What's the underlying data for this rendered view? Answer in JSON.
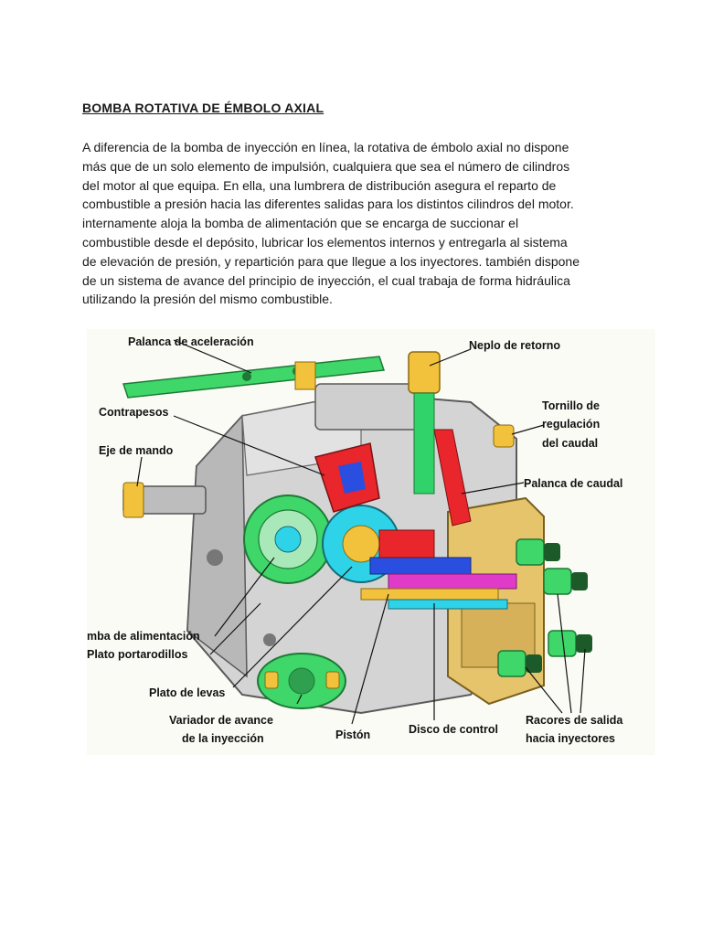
{
  "document": {
    "title": "BOMBA ROTATIVA DE ÉMBOLO AXIAL",
    "paragraph_lines": [
      "A diferencia de la bomba de inyección en línea, la rotativa de émbolo axial no dispone",
      "más que de un solo elemento de impulsión, cualquiera que sea el número de cilindros",
      "del motor al que equipa. En ella, una lumbrera de distribución asegura el reparto de",
      "combustible a presión hacia las diferentes salidas para los distintos cilindros del motor.",
      "internamente aloja la bomba de alimentación que se encarga de succionar el",
      "combustible desde el depósito, lubricar los elementos internos y entregarla al sistema",
      "de elevación de presión, y repartición para que llegue a los inyectores. también dispone",
      "de un sistema de avance del principio de inyección, el cual trabaja de forma hidráulica",
      "utilizando la presión del mismo combustible."
    ]
  },
  "diagram": {
    "labels": {
      "palanca_aceleracion": "Palanca de aceleración",
      "neplo_retorno": "Neplo de retorno",
      "contrapesos": "Contrapesos",
      "tornillo_1": "Tornillo de",
      "tornillo_2": "regulación",
      "tornillo_3": "del caudal",
      "eje_mando": "Eje de mando",
      "palanca_caudal": "Palanca de caudal",
      "bomba_alimentacion": "mba de alimentación",
      "plato_portarodillos": "Plato portarodillos",
      "plato_levas": "Plato de levas",
      "variador_1": "Variador de avance",
      "variador_2": "de la inyección",
      "piston": "Pistón",
      "disco_control": "Disco de control",
      "racores_1": "Racores de salida",
      "racores_2": "hacia inyectores"
    },
    "colors": {
      "body": "#d4d4d4",
      "body_dark": "#8a8a8a",
      "green": "#3fd66a",
      "red": "#e8262b",
      "blue": "#2a4fe0",
      "magenta": "#e03ac8",
      "yellow": "#f2c23c",
      "cyan": "#2fd3e8",
      "housing_yellow": "#e6c46b"
    }
  }
}
